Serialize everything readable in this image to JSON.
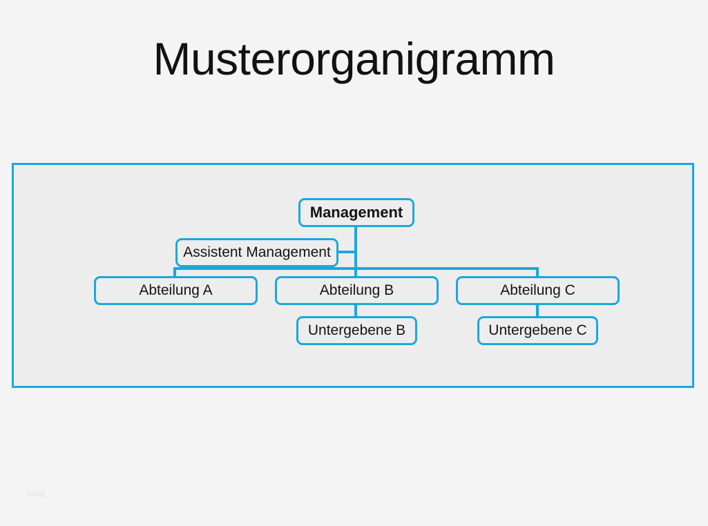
{
  "page": {
    "title": "Musterorganigramm",
    "watermark": "blog",
    "background_color": "#f4f4f4"
  },
  "theme": {
    "accent_color": "#1aa8dc",
    "panel_fill": "#ededed",
    "text_color": "#141414",
    "watermark_color": "#e2e2e2"
  },
  "chart_data": {
    "type": "diagram",
    "diagram_kind": "organizational-chart",
    "title": "Musterorganigramm",
    "orientation": "top-down",
    "nodes": [
      {
        "id": "management",
        "label": "Management",
        "level": 0,
        "bold": true,
        "parent": null
      },
      {
        "id": "assistent",
        "label": "Assistent Management",
        "level": 1,
        "bold": false,
        "parent": "management",
        "role": "staff-assistant"
      },
      {
        "id": "abteilung_a",
        "label": "Abteilung A",
        "level": 2,
        "bold": false,
        "parent": "management"
      },
      {
        "id": "abteilung_b",
        "label": "Abteilung B",
        "level": 2,
        "bold": false,
        "parent": "management"
      },
      {
        "id": "abteilung_c",
        "label": "Abteilung C",
        "level": 2,
        "bold": false,
        "parent": "management"
      },
      {
        "id": "untergebene_b",
        "label": "Untergebene B",
        "level": 3,
        "bold": false,
        "parent": "abteilung_b"
      },
      {
        "id": "untergebene_c",
        "label": "Untergebene C",
        "level": 3,
        "bold": false,
        "parent": "abteilung_c"
      }
    ],
    "edges": [
      {
        "from": "management",
        "to": "assistent",
        "style": "staff-branch"
      },
      {
        "from": "management",
        "to": "abteilung_a",
        "style": "orthogonal"
      },
      {
        "from": "management",
        "to": "abteilung_b",
        "style": "orthogonal"
      },
      {
        "from": "management",
        "to": "abteilung_c",
        "style": "orthogonal"
      },
      {
        "from": "abteilung_b",
        "to": "untergebene_b",
        "style": "orthogonal"
      },
      {
        "from": "abteilung_c",
        "to": "untergebene_c",
        "style": "orthogonal"
      }
    ]
  }
}
